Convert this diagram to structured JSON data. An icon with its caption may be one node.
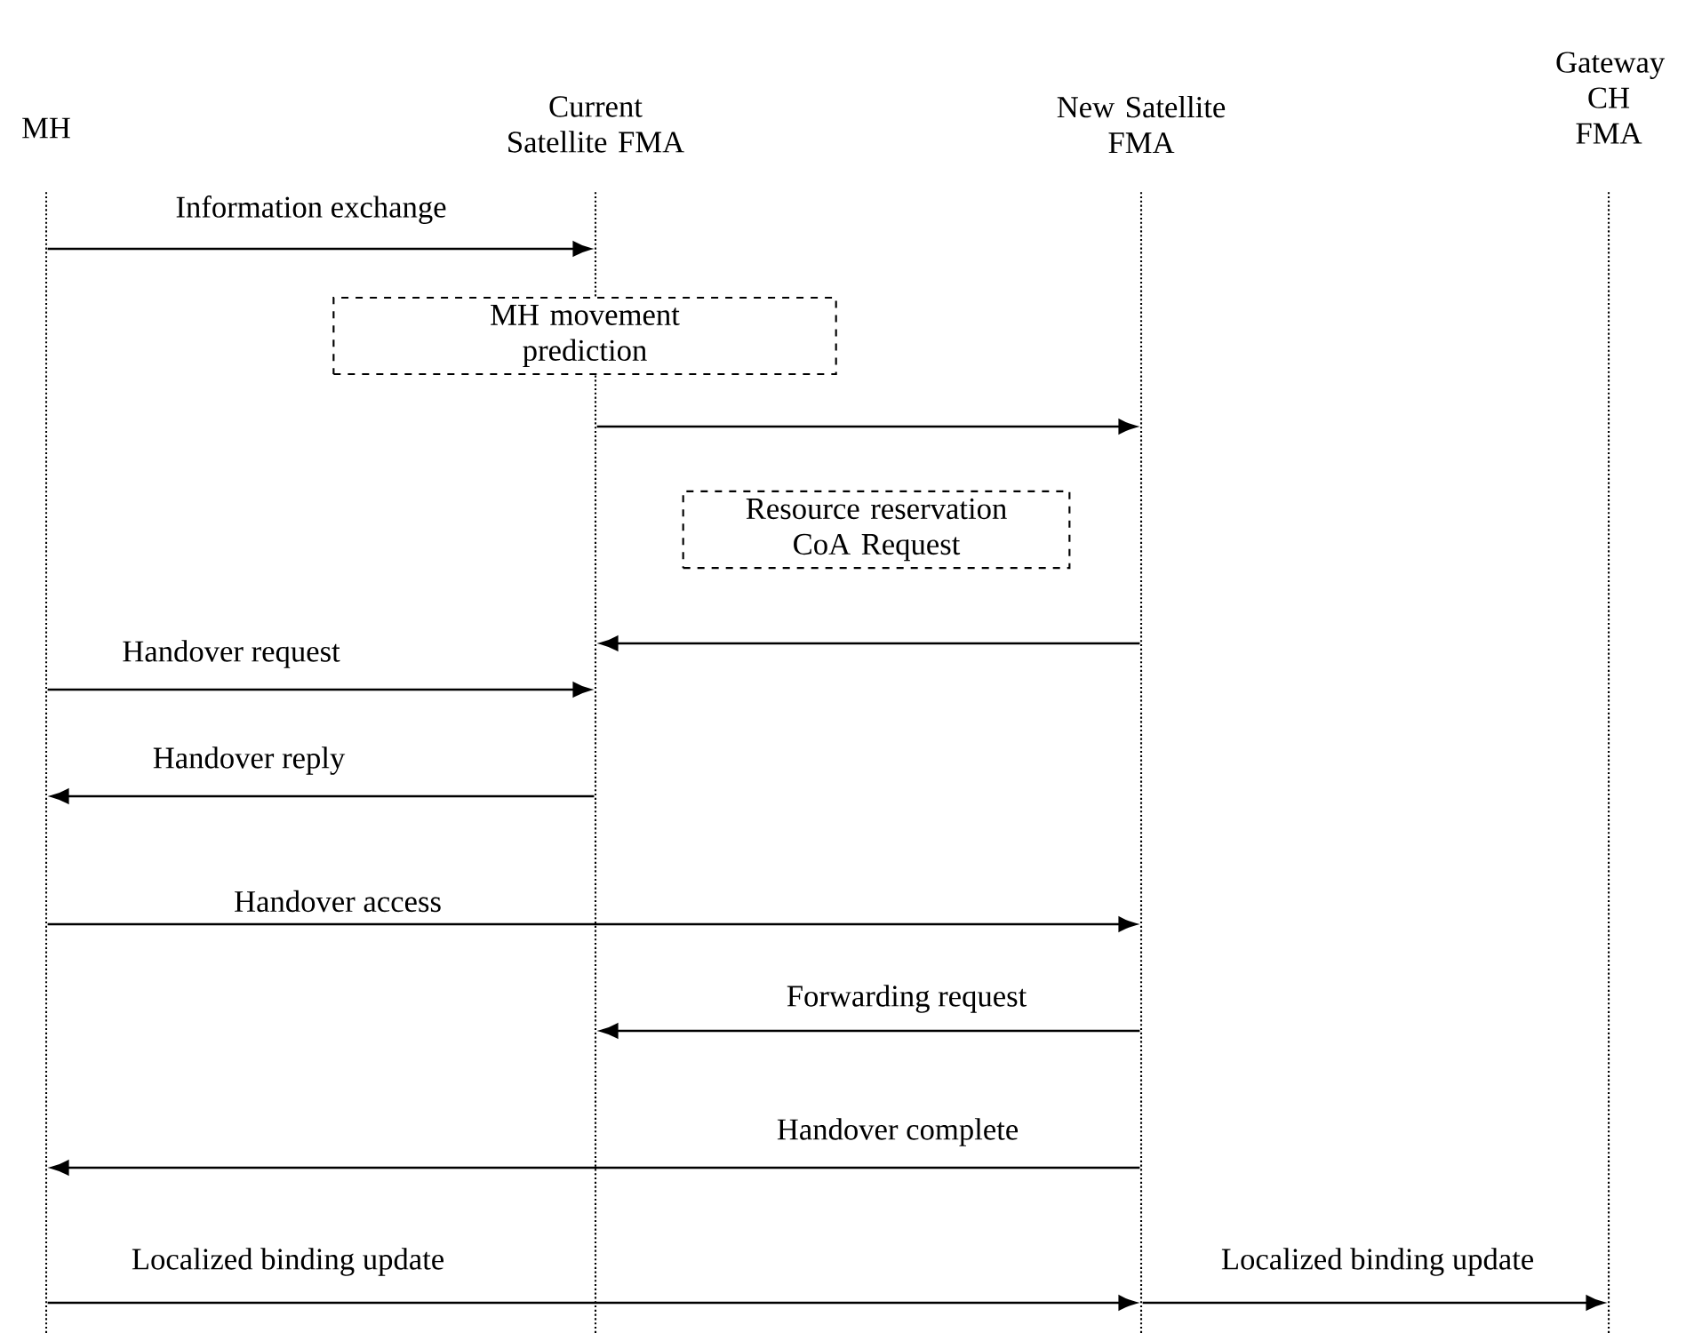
{
  "diagram": {
    "nodes": [
      {
        "text": [
          "MH"
        ]
      },
      {
        "text": [
          "Current Satellite FMA"
        ]
      },
      {
        "text": [
          "New Satellite FMA"
        ]
      },
      {
        "text": [
          "Gateway CH FMA"
        ]
      },
      {
        "text": [],
        "shape": "line"
      },
      {
        "text": [],
        "shape": "line"
      },
      {
        "text": [],
        "shape": "line"
      },
      {
        "text": [],
        "shape": "line"
      },
      {
        "text": [
          "MH movement prediction"
        ]
      },
      {
        "text": [
          "Resource reservation CoA Request"
        ]
      }
    ],
    "edges": [
      {
        "from": 4,
        "to": 5,
        "arrow": "to",
        "label": "Information exchange"
      },
      {
        "from": 5,
        "to": 6,
        "arrow": "to"
      },
      {
        "from": 6,
        "to": 5,
        "arrow": "to"
      },
      {
        "from": 4,
        "to": 5,
        "arrow": "to",
        "label": "Handover request"
      },
      {
        "from": 5,
        "to": 4,
        "arrow": "to",
        "label": "Handover reply"
      },
      {
        "from": 4,
        "to": 6,
        "arrow": "to",
        "label": "Handover access"
      },
      {
        "from": 6,
        "to": 5,
        "arrow": "to",
        "label": "Forwarding request"
      },
      {
        "from": 6,
        "to": 4,
        "arrow": "to",
        "label": "Handover complete"
      },
      {
        "from": 4,
        "to": 6,
        "arrow": "to",
        "label": "Localized binding update"
      },
      {
        "from": 6,
        "to": 7,
        "arrow": "to",
        "label": "Localized binding update"
      }
    ]
  }
}
